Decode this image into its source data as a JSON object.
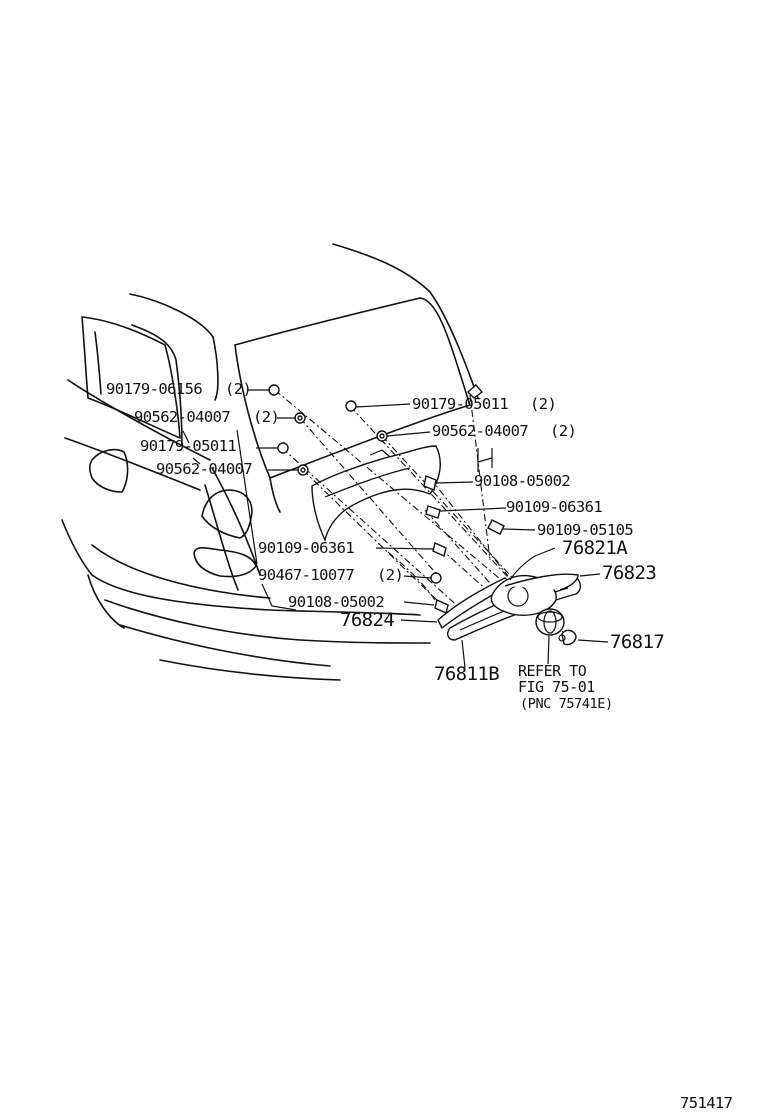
{
  "labels": {
    "l1": "90179-06156",
    "l1q": "(2)",
    "l2": "90562-04007",
    "l2q": "(2)",
    "l3": "90179-05011",
    "l4": "90562-04007",
    "l5": "90179-05011",
    "l5q": "(2)",
    "l6": "90562-04007",
    "l6q": "(2)",
    "l7": "90108-05002",
    "l8": "90109-06361",
    "l9": "90109-05105",
    "l10": "90109-06361",
    "l11": "76821A",
    "l12": "76823",
    "l13": "90467-10077",
    "l13q": "(2)",
    "l14": "90108-05002",
    "l15": "76824",
    "l16": "76817",
    "l17": "76811B"
  },
  "reference": {
    "line1": "REFER TO",
    "line2": "FIG 75-01",
    "line3": "(PNC 75741E)"
  },
  "figure_number": "751417"
}
